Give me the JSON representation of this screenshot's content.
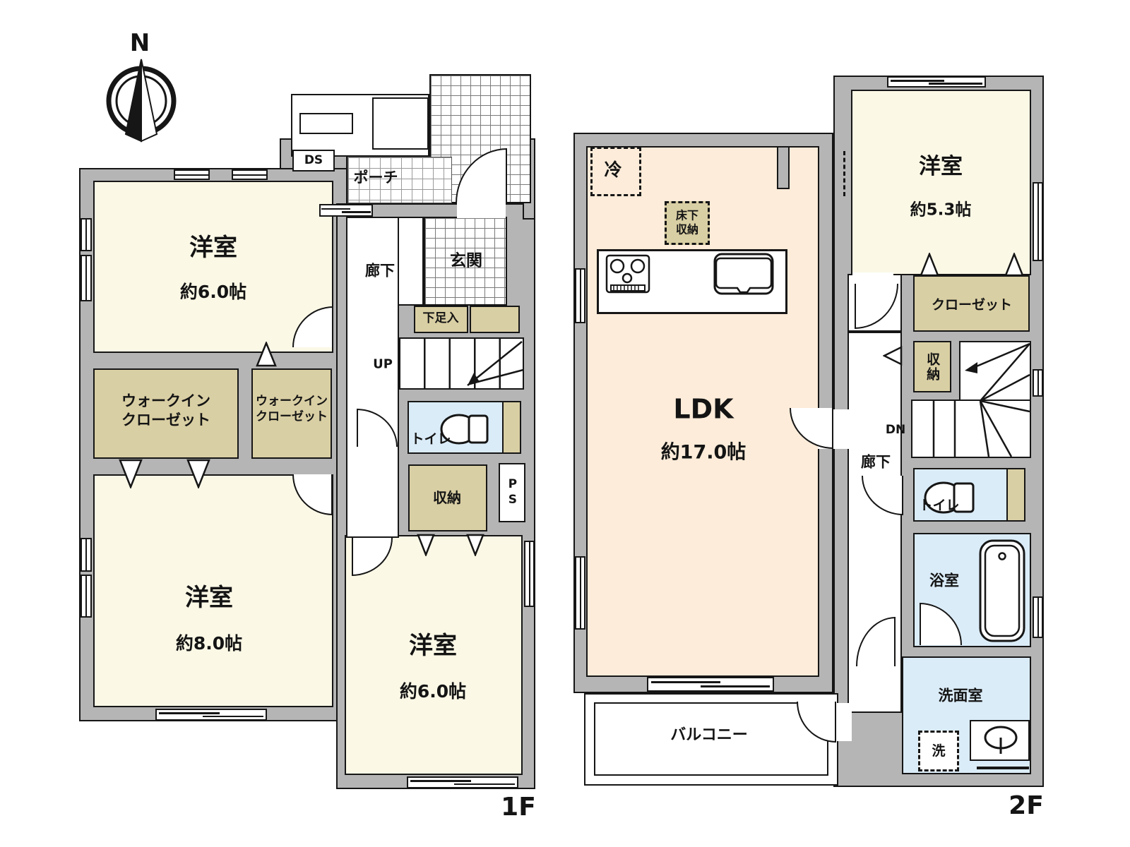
{
  "compass": {
    "north": "N"
  },
  "floor1": {
    "floor_label": "1F",
    "bedroom_nw": {
      "name": "洋室",
      "area": "約6.0帖"
    },
    "bedroom_sw": {
      "name": "洋室",
      "area": "約8.0帖"
    },
    "bedroom_se": {
      "name": "洋室",
      "area": "約6.0帖"
    },
    "wic_left": {
      "line1": "ウォークイン",
      "line2": "クローゼット"
    },
    "wic_right": {
      "line1": "ウォークイン",
      "line2": "クローゼット"
    },
    "hallway": "廊下",
    "entrance": "玄関",
    "porch": "ポーチ",
    "shoe_cabinet": "下足入",
    "stairs": "UP",
    "toilet": "トイレ",
    "storage": "収納",
    "pipe_space": "PS",
    "duct_space": "DS"
  },
  "floor2": {
    "floor_label": "2F",
    "ldk": {
      "name": "LDK",
      "area": "約17.0帖"
    },
    "bedroom": {
      "name": "洋室",
      "area": "約5.3帖"
    },
    "closet": "クローゼット",
    "storage": "収納",
    "hallway": "廊下",
    "stairs": "DN",
    "toilet": "トイレ",
    "bathroom": "浴室",
    "washroom": "洗面室",
    "washer": "洗",
    "refrigerator": "冷",
    "underfloor_storage": {
      "line1": "床下",
      "line2": "収納"
    },
    "balcony": "バルコニー"
  },
  "colors": {
    "wall": "#b5b5b5",
    "room_cream": "#fbf8e6",
    "room_peach": "#fcecd9",
    "closet_tan": "#d9cfa4",
    "wet_blue": "#daecf8",
    "line": "#161616"
  }
}
